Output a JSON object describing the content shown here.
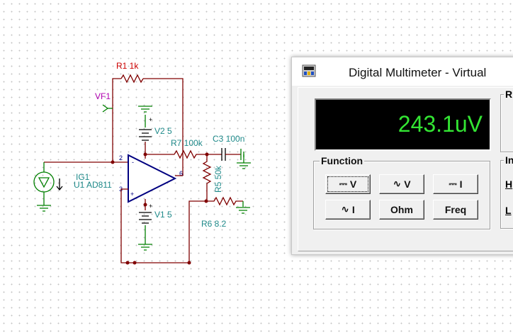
{
  "schematic": {
    "r1": "R1 1k",
    "vf1": "VF1",
    "v2": "V2 5",
    "r7": "R7 100k",
    "c3": "C3 100n",
    "ig1": "IG1",
    "u1": "U1 AD811",
    "r5": "R5 50k",
    "v1": "V1 5",
    "r6": "R6 8.2",
    "pins": {
      "p2": "2",
      "p3": "3",
      "p6": "6",
      "plus": "+",
      "minus": "-"
    }
  },
  "multimeter": {
    "title": "Digital Multimeter - Virtual",
    "reading": "243.1uV",
    "function_group": "Function",
    "range_group": "R",
    "input_group": "In",
    "input_letters": [
      "H",
      "L"
    ],
    "buttons": [
      {
        "symbol": "⎓",
        "label": "V",
        "active": true
      },
      {
        "symbol": "∿",
        "label": "V",
        "active": false
      },
      {
        "symbol": "⎓",
        "label": "I",
        "active": false
      },
      {
        "symbol": "∿",
        "label": "I",
        "active": false
      },
      {
        "symbol": "",
        "label": "Ohm",
        "active": false
      },
      {
        "symbol": "",
        "label": "Freq",
        "active": false
      }
    ]
  }
}
